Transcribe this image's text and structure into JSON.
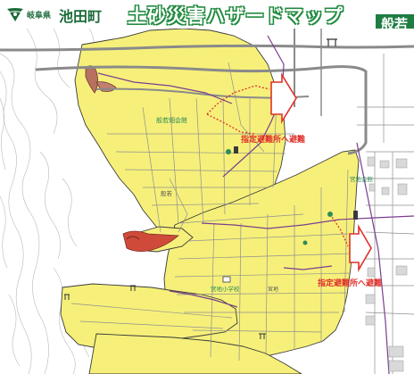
{
  "header": {
    "prefecture": "岐阜県",
    "town": "池田町",
    "title": "土砂災害ハザードマップ",
    "area_tag": "般若"
  },
  "map": {
    "labels": {
      "hall_1": "般若畑会館",
      "hall_2": "宮地会館",
      "school": "宮地小学校",
      "place_1": "般若",
      "place_2": "宮地"
    },
    "evac_notes": [
      "指定避難所へ避難",
      "指定避難所へ避難"
    ]
  },
  "colors": {
    "hazard_fill": "#f6f07a",
    "hazard_edge": "#3a3a3a",
    "river": "#7a3e8e",
    "road_main": "#8a8a8a",
    "evac_arrow": "#e0312a",
    "label_green": "#2e8b57",
    "title_green": "#1f8a3d"
  }
}
